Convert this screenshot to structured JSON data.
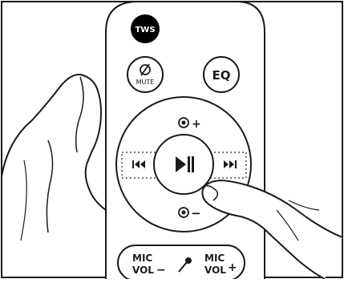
{
  "remote": {
    "tws_label": "TWS",
    "mute_label": "MUTE",
    "eq_label": "EQ",
    "volume_up_symbol": "+",
    "volume_down_symbol": "−",
    "prev_symbol": "⏮",
    "play_pause_symbol": "▶||",
    "next_symbol": "⏭",
    "mic_vol_down": {
      "line1": "MIC",
      "line2": "VOL",
      "sign": "−"
    },
    "mic_vol_up": {
      "line1": "MIC",
      "line2": "VOL",
      "sign": "+"
    }
  },
  "colors": {
    "stroke": "#1a1a1a",
    "fill": "#ffffff",
    "tws_fill": "#000000",
    "tws_text": "#ffffff"
  }
}
